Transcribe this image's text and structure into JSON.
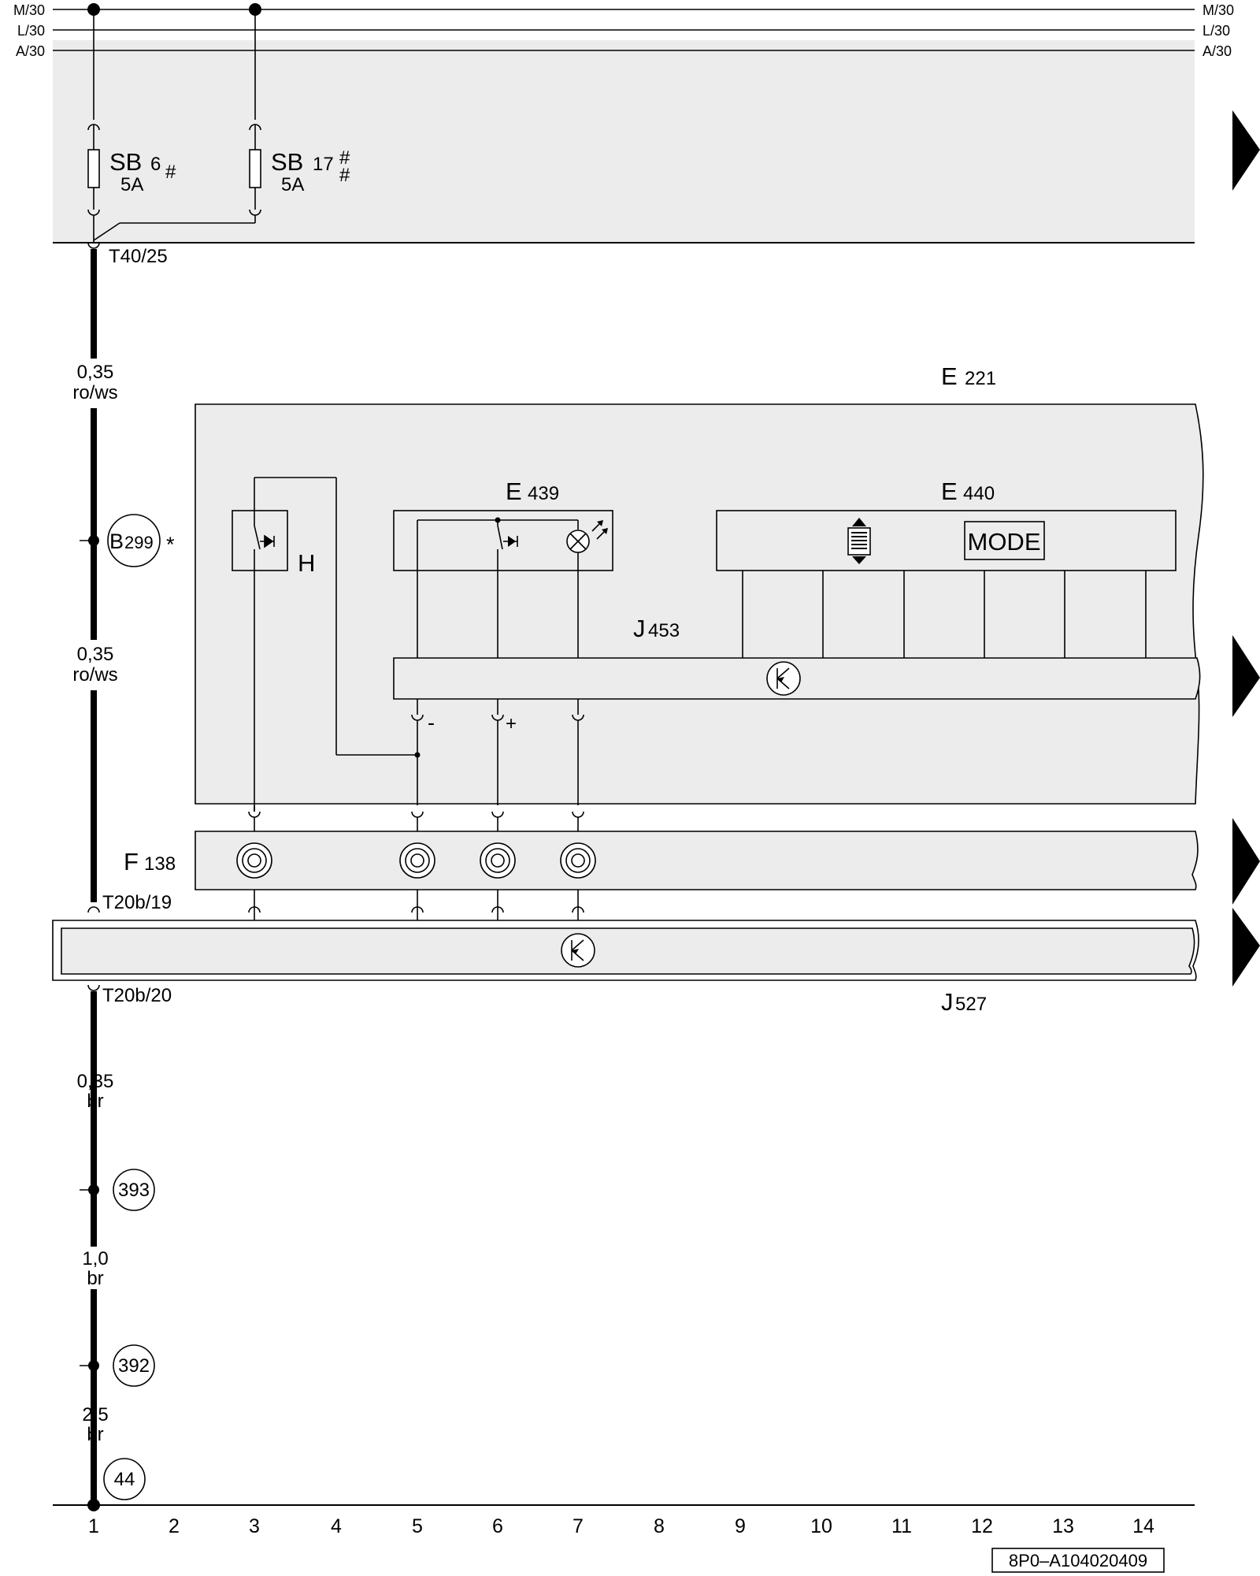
{
  "rails": {
    "m30": "M/30",
    "l30": "L/30",
    "a30": "A/30"
  },
  "fuses": {
    "sb6": {
      "name": "SB",
      "number": "6",
      "mark": "#",
      "rating": "5A"
    },
    "sb17": {
      "name": "SB",
      "number": "17",
      "mark": "#\n#",
      "mark_top": "#",
      "mark_bottom": "#",
      "rating": "5A"
    }
  },
  "connectors": {
    "t40_25": "T40/25",
    "t20b_19": "T20b/19",
    "t20b_20": "T20b/20"
  },
  "wires": {
    "w1": {
      "size": "0,35",
      "color": "ro/ws"
    },
    "w2": {
      "size": "0,35",
      "color": "ro/ws"
    },
    "w3": {
      "size": "0,35",
      "color": "br"
    },
    "w4": {
      "size": "1,0",
      "color": "br"
    },
    "w5": {
      "size": "2,5",
      "color": "br"
    }
  },
  "components": {
    "e221": {
      "letter": "E",
      "number": "221"
    },
    "e439": {
      "letter": "E",
      "number": "439"
    },
    "e440": {
      "letter": "E",
      "number": "440"
    },
    "j453": {
      "letter": "J",
      "number": "453"
    },
    "f138": {
      "letter": "F",
      "number": "138"
    },
    "j527": {
      "letter": "J",
      "number": "527"
    },
    "h": "H",
    "mode": "MODE",
    "minus": "-",
    "plus": "+"
  },
  "ground_points": {
    "b299": {
      "letter": "B",
      "number": "299",
      "mark": "*"
    },
    "p393": "393",
    "p392": "392",
    "p44": "44"
  },
  "columns": [
    "1",
    "2",
    "3",
    "4",
    "5",
    "6",
    "7",
    "8",
    "9",
    "10",
    "11",
    "12",
    "13",
    "14"
  ],
  "diagram_code": "8P0–A104020409"
}
